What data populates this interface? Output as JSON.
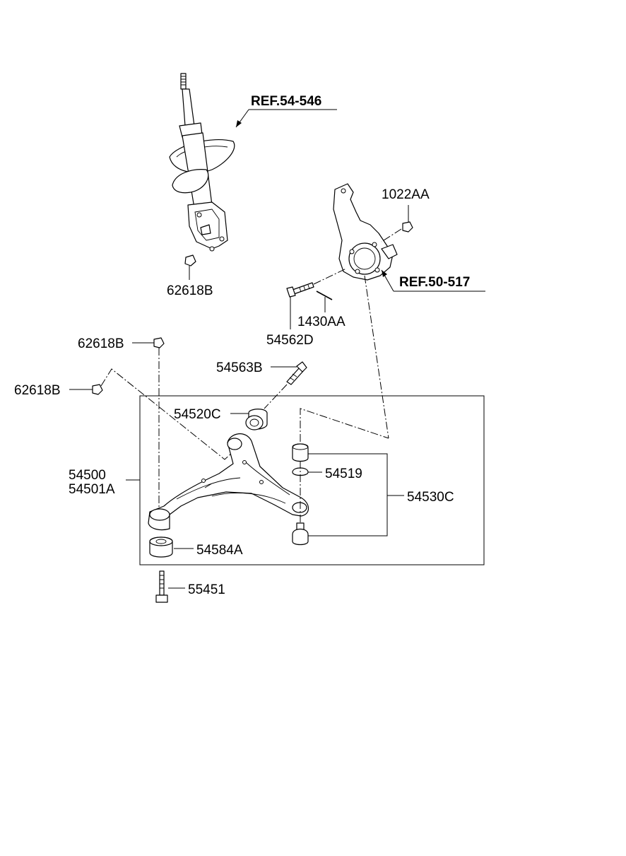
{
  "labels": {
    "ref_strut": "REF.54-546",
    "ref_knuckle": "REF.50-517",
    "p1022aa": "1022AA",
    "p62618b_strut": "62618B",
    "p1430aa": "1430AA",
    "p54562d": "54562D",
    "p62618b_upper": "62618B",
    "p62618b_left": "62618B",
    "p54563b": "54563B",
    "p54520c": "54520C",
    "p54500": "54500",
    "p54501a": "54501A",
    "p54519": "54519",
    "p54530c": "54530C",
    "p54584a": "54584A",
    "p55451": "55451"
  }
}
